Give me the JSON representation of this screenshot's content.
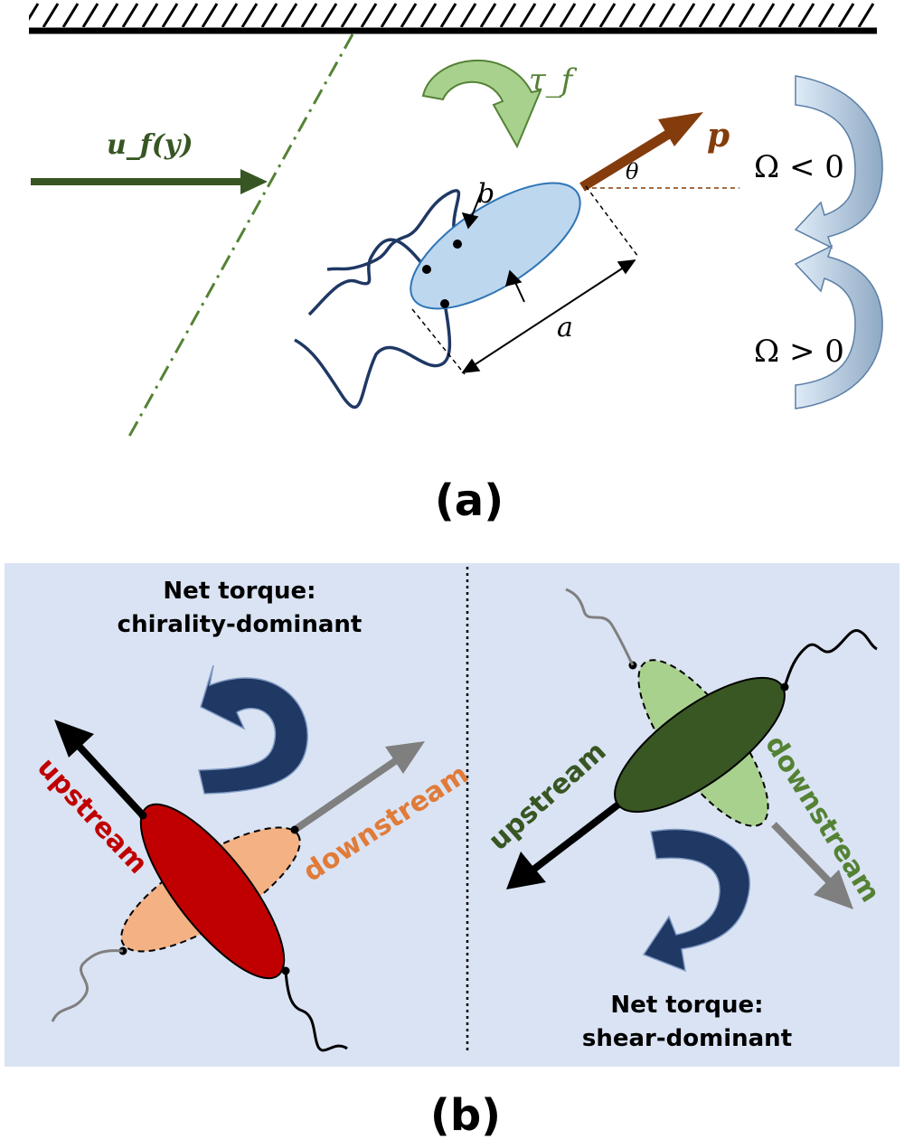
{
  "panel_a": {
    "caption": "(a)",
    "flow_label": "u_f(y)",
    "torque_label": "τ_f",
    "orientation_label": "p",
    "angle_label": "θ",
    "minor_axis_label": "b",
    "major_axis_label": "a",
    "omega_negative": "Ω < 0",
    "omega_positive": "Ω > 0"
  },
  "panel_b": {
    "caption": "(b)",
    "left": {
      "title_line1": "Net torque:",
      "title_line2": "chirality-dominant",
      "upstream_label": "upstream",
      "downstream_label": "downstream"
    },
    "right": {
      "title_line1": "Net torque:",
      "title_line2": "shear-dominant",
      "upstream_label": "upstream",
      "downstream_label": "downstream"
    }
  },
  "colors": {
    "flow_green": "#375623",
    "torque_green": "#a9d18e",
    "orientation_brown": "#843c0c",
    "ellipse_blue": "#bdd7ee",
    "flagella_navy": "#1f3864",
    "panel_bg": "#dae3f3",
    "red_body": "#c00000",
    "orange_ghost": "#f4b183",
    "dark_green_body": "#375623",
    "light_green_ghost": "#a9d18e",
    "navy_arrow": "#1f3864",
    "gray_arrow": "#7f7f7f"
  }
}
